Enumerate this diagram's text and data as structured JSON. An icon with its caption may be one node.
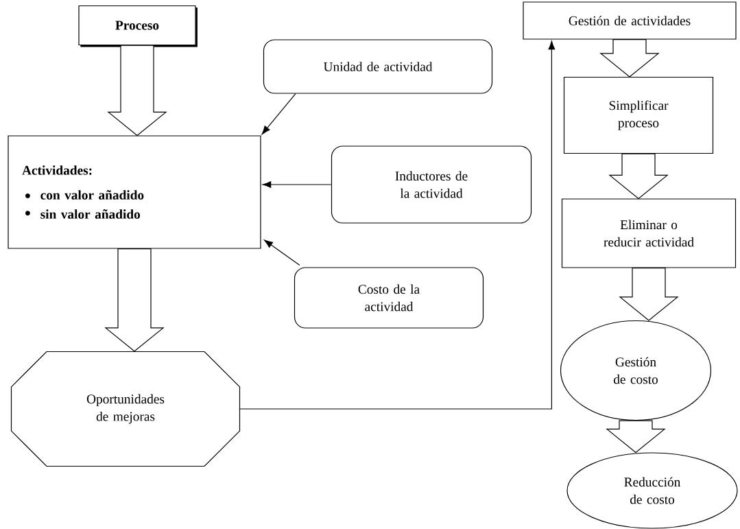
{
  "diagram": {
    "nodes": [
      {
        "text": [
          "Proceso"
        ]
      },
      {
        "text": [
          "Unidad de actividad"
        ]
      },
      {
        "text": [
          "Actividades:",
          "con valor añadido",
          "sin valor añadido"
        ]
      },
      {
        "text": [
          "Inductores de la actividad"
        ]
      },
      {
        "text": [
          "Costo de la actividad"
        ]
      },
      {
        "text": [
          "Oportunidades de mejoras"
        ]
      },
      {
        "text": [
          "Gestión de actividades"
        ]
      },
      {
        "text": [
          "Simplificar proceso"
        ]
      },
      {
        "text": [
          "Eliminar o reducir actividad"
        ]
      },
      {
        "text": [
          "Gestión de costo"
        ]
      },
      {
        "text": [
          "Reducción de costo"
        ]
      }
    ],
    "edges": [
      {
        "from": 0,
        "to": 2,
        "arrow": "to",
        "style": "thick"
      },
      {
        "from": 1,
        "to": 2,
        "arrow": "to"
      },
      {
        "from": 3,
        "to": 2,
        "arrow": "to"
      },
      {
        "from": 4,
        "to": 2,
        "arrow": "to"
      },
      {
        "from": 2,
        "to": 5,
        "arrow": "to",
        "style": "thick"
      },
      {
        "from": 5,
        "to": 6,
        "arrow": "to"
      },
      {
        "from": 6,
        "to": 7,
        "arrow": "to",
        "style": "thick"
      },
      {
        "from": 7,
        "to": 8,
        "arrow": "to",
        "style": "thick"
      },
      {
        "from": 8,
        "to": 9,
        "arrow": "to",
        "style": "thick"
      },
      {
        "from": 9,
        "to": 10,
        "arrow": "to",
        "style": "thick"
      }
    ]
  }
}
